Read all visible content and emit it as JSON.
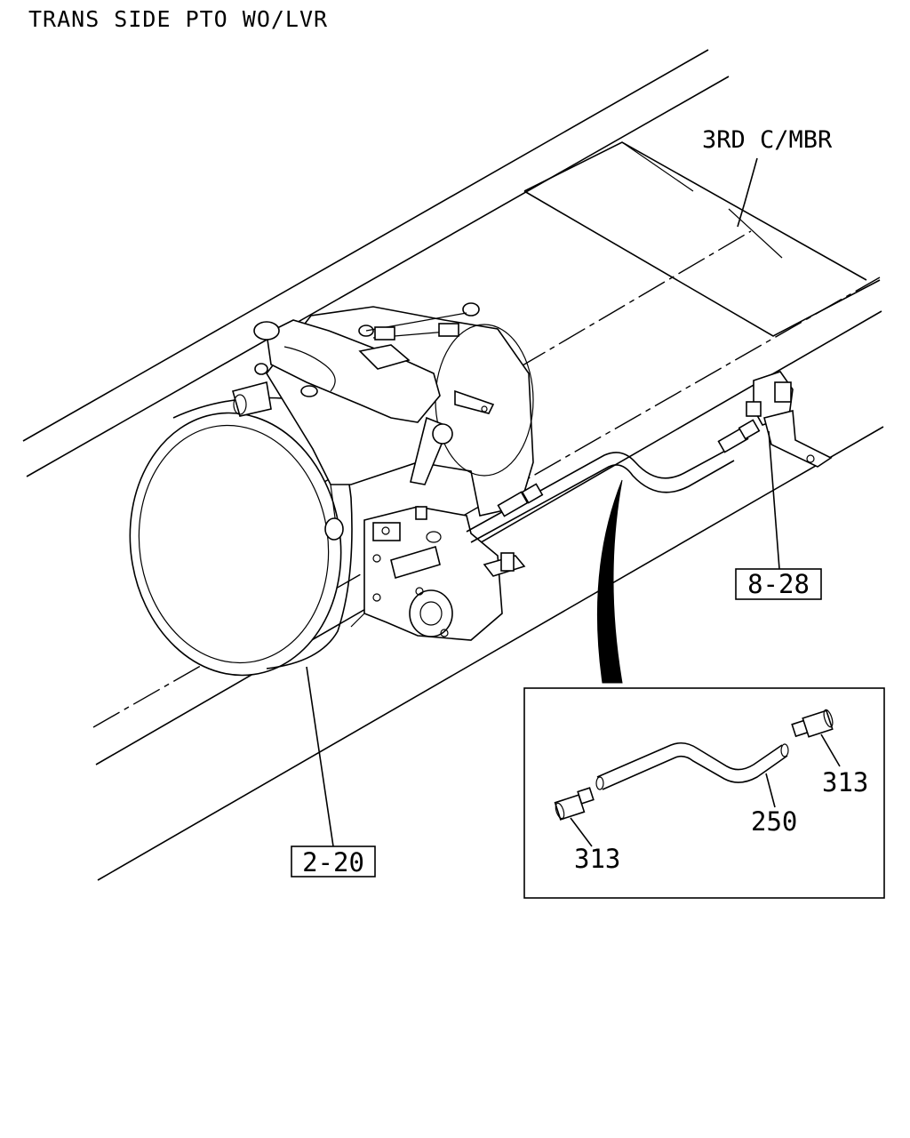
{
  "diagram": {
    "title": "TRANS SIDE PTO WO/LVR",
    "labels": {
      "crossmember": "3RD C/MBR",
      "ref_top": "8-28",
      "ref_bottom": "2-20",
      "fitting_right": "313",
      "fitting_left": "313",
      "pipe": "250"
    }
  }
}
